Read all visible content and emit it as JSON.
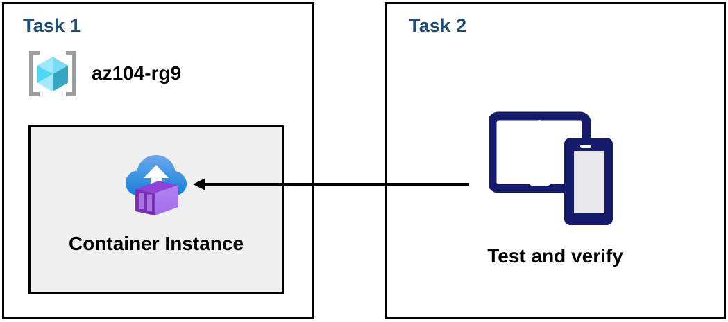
{
  "diagram": {
    "title_color": "#1F4E79",
    "panels": [
      {
        "id": "task1",
        "title": "Task 1",
        "resource_group": {
          "icon": "resource-group-cube-icon",
          "label": "az104-rg9"
        },
        "resource": {
          "icon": "container-instance-icon",
          "label": "Container Instance",
          "box_fill": "#f0f0f0",
          "box_border": "#000000"
        }
      },
      {
        "id": "task2",
        "title": "Task 2",
        "resource": {
          "icon": "devices-tablet-phone-icon",
          "label": "Test and verify",
          "icon_color": "#151A6A"
        }
      }
    ],
    "connector": {
      "name": "flow-arrow",
      "direction": "right-to-left",
      "from": "Test and verify",
      "to": "Container Instance",
      "color": "#000000"
    }
  }
}
